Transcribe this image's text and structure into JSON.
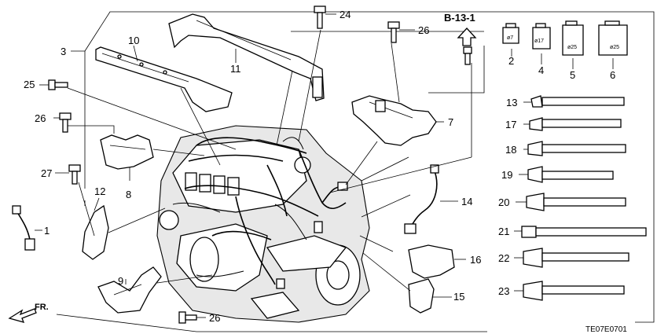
{
  "diagram": {
    "ref_label": "B-13-1",
    "fr_label": "FR.",
    "code": "TE07E0701",
    "callouts": [
      "1",
      "2",
      "3",
      "4",
      "5",
      "6",
      "7",
      "8",
      "9",
      "10",
      "11",
      "12",
      "13",
      "14",
      "15",
      "16",
      "17",
      "18",
      "19",
      "20",
      "21",
      "22",
      "23",
      "24",
      "25",
      "26",
      "26",
      "26",
      "27"
    ],
    "grommet_sizes": [
      "ø7",
      "ø17",
      "ø25",
      "ø25"
    ]
  }
}
